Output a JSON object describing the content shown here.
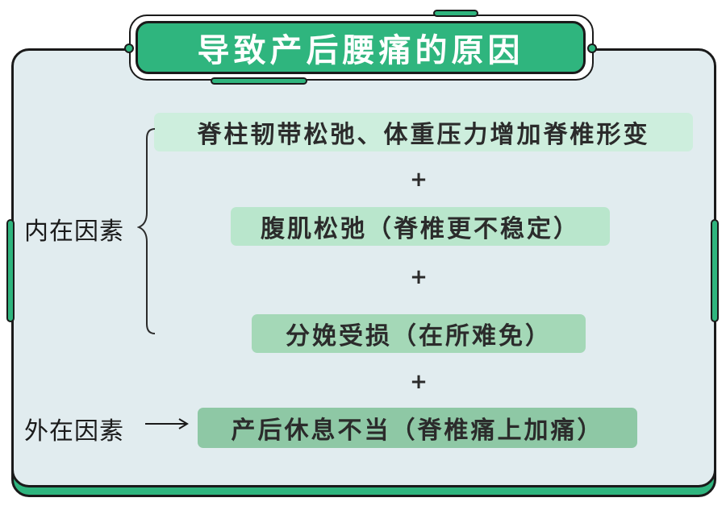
{
  "title": "导致产后腰痛的原因",
  "internal_label": "内在因素",
  "external_label": "外在因素",
  "plus_sign": "+",
  "causes": [
    "脊柱韧带松弛、体重压力增加脊椎形变",
    "腹肌松弛（脊椎更不稳定）",
    "分娩受损（在所难免）",
    "产后休息不当（脊椎痛上加痛）"
  ],
  "colors": {
    "accent": "#2fb57e",
    "card_background": "#e1ecef",
    "outline": "#1a1a1a",
    "box_shades": [
      "#cdeedd",
      "#b9e6cc",
      "#a4d8b7",
      "#8ec8a5"
    ]
  }
}
